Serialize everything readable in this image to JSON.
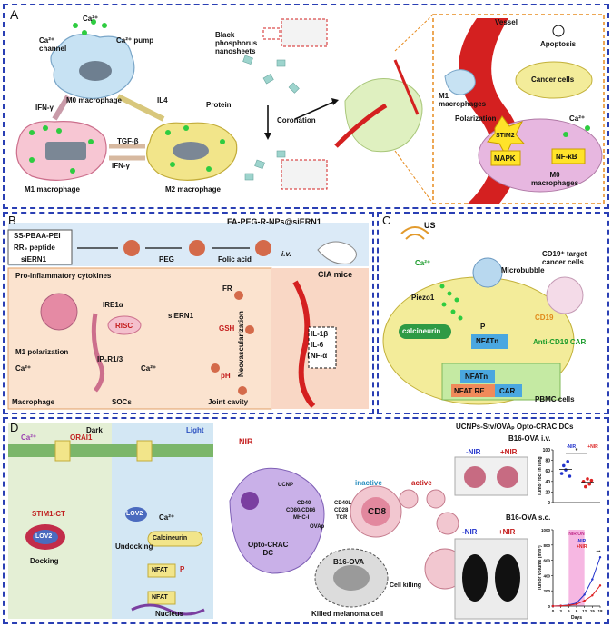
{
  "panel_a": {
    "letter": "A",
    "ca_top": "Ca²⁺",
    "ca_channel": "Ca²⁺\nchannel",
    "ca_pump": "Ca²⁺ pump",
    "m0": "M0 macrophage",
    "ifn1": "IFN-γ",
    "il4": "IL4",
    "tgf": "TGF-β",
    "ifn2": "IFN-γ",
    "m1": "M1 macrophage",
    "m2": "M2 macrophage",
    "bp": "Black\nphosphorus\nnanosheets",
    "protein": "Protein",
    "coronation": "Coronation",
    "vessel": "Vessel",
    "m1mac": "M1\nmacrophages",
    "apoptosis": "Apoptosis",
    "cancer": "Cancer cells",
    "polarization": "Polarization",
    "ca_inset": "Ca²⁺",
    "stim2": "STIM2",
    "mapk": "MAPK",
    "nfkb": "NF-κB",
    "m0mac": "M0\nmacrophages"
  },
  "panel_b": {
    "letter": "B",
    "ss": "SS-PBAA-PEI",
    "rr": "RR₉ peptide",
    "sie": "siERN1",
    "fa_title": "FA-PEG-R-NPs@siERN1",
    "peg": "PEG",
    "folic": "Folic acid",
    "iv": "i.v.",
    "cia": "CIA mice",
    "proinf": "Pro-inflammatory cytokines",
    "m1pol": "M1 polarization",
    "ca1": "Ca²⁺",
    "ire": "IRE1α",
    "risc": "RISC",
    "sie2": "siERN1",
    "gsh": "GSH",
    "ip3": "IP₃R1/3",
    "ca2": "Ca²⁺",
    "ph": "pH",
    "fr": "FR",
    "macrophage": "Macrophage",
    "socs": "SOCs",
    "joint": "Joint cavity",
    "neovasc": "Neovascularization",
    "il1": "IL-1β",
    "il6": "IL-6",
    "tnf": "TNF-α"
  },
  "panel_c": {
    "letter": "C",
    "us": "US",
    "ca": "Ca²⁺",
    "microbubble": "Microbubble",
    "piezo": "Piezo1",
    "cd19target": "CD19⁺ target\ncancer cells",
    "cd19": "CD19",
    "calcineurin": "calcineurin",
    "p": "P",
    "nfatn": "NFATn",
    "antibody": "Anti-CD19 CAR",
    "nfatn2": "NFATn",
    "nfatre": "NFAT RE",
    "car": "CAR",
    "pbmc": "PBMC cells"
  },
  "panel_d": {
    "letter": "D",
    "dark": "Dark",
    "light": "Light",
    "ca": "Ca²⁺",
    "orai": "ORAI1",
    "stim": "STIM1-CT",
    "lov2a": "LOV2",
    "lov2b": "LOV2",
    "docking": "Docking",
    "undocking": "Undocking",
    "ca2": "Ca²⁺",
    "calcineurin": "Calcineurin",
    "nfat1": "NFAT",
    "p": "P",
    "nfat2": "NFAT",
    "nucleus": "Nucleus",
    "nir": "NIR",
    "cd40": "CD40",
    "cd80": "CD80/CD86",
    "mhc": "MHC-I",
    "cd40l": "CD40L",
    "cd28": "CD28",
    "tcr": "TCR",
    "ovap": "OVAp",
    "ucnp": "UCNP",
    "opto": "Opto-CRAC\nDC",
    "cd8": "CD8",
    "inactive": "inactive",
    "active": "active",
    "b16": "B16-OVA",
    "cellkill": "Cell killing",
    "killed": "Killed melanoma cell",
    "title": "UCNPs-Stv/OVAₚ Opto-CRAC DCs",
    "iv_title": "B16-OVA i.v.",
    "minus_nir": "-NIR",
    "plus_nir": "+NIR",
    "sc_title": "B16-OVA s.c.",
    "nir_on": "NIR ON",
    "tumor_foci_label": "Tumor foci in lung",
    "tumor_vol_label": "Tumor volume (mm³)",
    "days": "Days",
    "star": "*",
    "stars": "**"
  },
  "chart_data": [
    {
      "type": "scatter",
      "title": "B16-OVA i.v.",
      "ylabel": "Tumor foci in lung",
      "ylim": [
        0,
        100
      ],
      "yticks": [
        0,
        20,
        40,
        60,
        80,
        100
      ],
      "categories": [
        "-NIR",
        "+NIR"
      ],
      "series": [
        {
          "name": "-NIR",
          "color": "#2233cc",
          "values": [
            55,
            70,
            62,
            78,
            50
          ]
        },
        {
          "name": "+NIR",
          "color": "#dd2222",
          "values": [
            40,
            30,
            45,
            35,
            42
          ]
        }
      ],
      "annotation": "*"
    },
    {
      "type": "line",
      "title": "B16-OVA s.c.",
      "xlabel": "Days",
      "ylabel": "Tumor volume (mm³)",
      "x": [
        0,
        3,
        6,
        9,
        12,
        15,
        18
      ],
      "ylim": [
        0,
        1000
      ],
      "yticks": [
        0,
        200,
        400,
        600,
        800,
        1000
      ],
      "shaded_x": [
        6,
        12
      ],
      "shaded_label": "NIR ON",
      "series": [
        {
          "name": "-NIR",
          "color": "#2233cc",
          "values": [
            0,
            5,
            15,
            40,
            150,
            350,
            640
          ]
        },
        {
          "name": "+NIR",
          "color": "#dd2222",
          "values": [
            0,
            3,
            10,
            25,
            70,
            140,
            270
          ]
        }
      ],
      "annotation": "**"
    }
  ],
  "colors": {
    "frame": "#2a3fb4",
    "red": "#d42020",
    "pink": "#f4b8c4",
    "yellow": "#f3ec9a",
    "blue_cell": "#b8d8ef"
  }
}
